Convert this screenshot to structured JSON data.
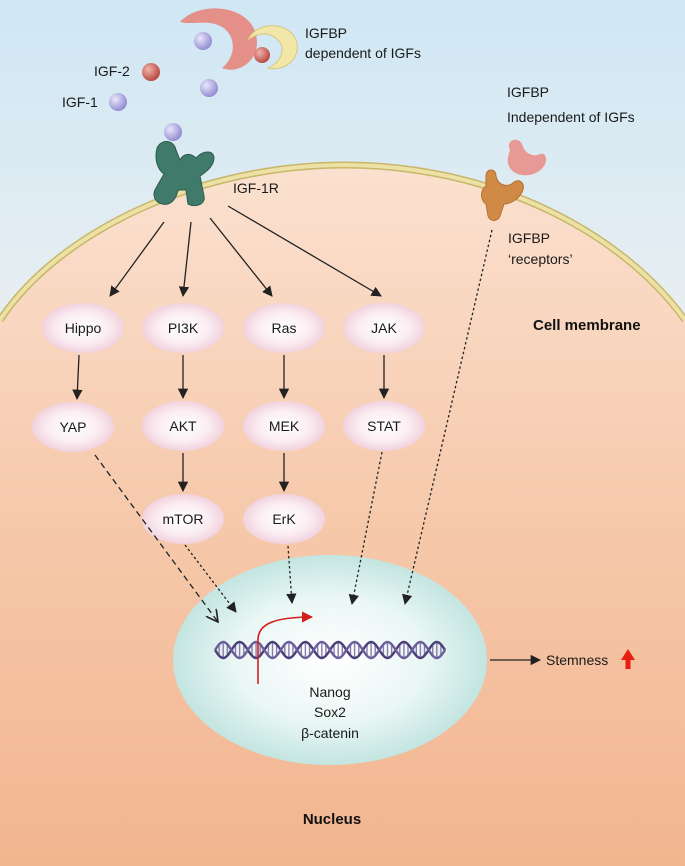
{
  "ligands": {
    "igf2": "IGF-2",
    "igf1": "IGF-1",
    "igfbp_dep_line1": "IGFBP",
    "igfbp_dep_line2": "dependent of IGFs",
    "igfbp_indep_line1": "IGFBP",
    "igfbp_indep_line2": "Independent of IGFs"
  },
  "receptors": {
    "igf1r": "IGF-1R",
    "igfbp_rec_line1": "IGFBP",
    "igfbp_rec_line2": "‘receptors’"
  },
  "membrane_label": "Cell membrane",
  "pathways": {
    "hippo": "Hippo",
    "yap": "YAP",
    "pi3k": "PI3K",
    "akt": "AKT",
    "mtor": "mTOR",
    "ras": "Ras",
    "mek": "MEK",
    "erk": "ErK",
    "jak": "JAK",
    "stat": "STAT"
  },
  "nucleus": {
    "gene1": "Nanog",
    "gene2": "Sox2",
    "gene3": "β-catenin",
    "label": "Nucleus"
  },
  "outcome": "Stemness",
  "colors": {
    "background_top": "#cfe6f3",
    "cytoplasm": "#f6c9ab",
    "membrane": "#e2d38a",
    "node_fill": "#f6dde6",
    "nucleus": "#d2ede9",
    "igf1": "#a9a4dd",
    "igf2": "#c9584f",
    "receptor": "#3f7a6a",
    "igfbp": "#e79a95",
    "igfbp_receptor": "#d18a45",
    "up_arrow": "#e81e0e"
  }
}
